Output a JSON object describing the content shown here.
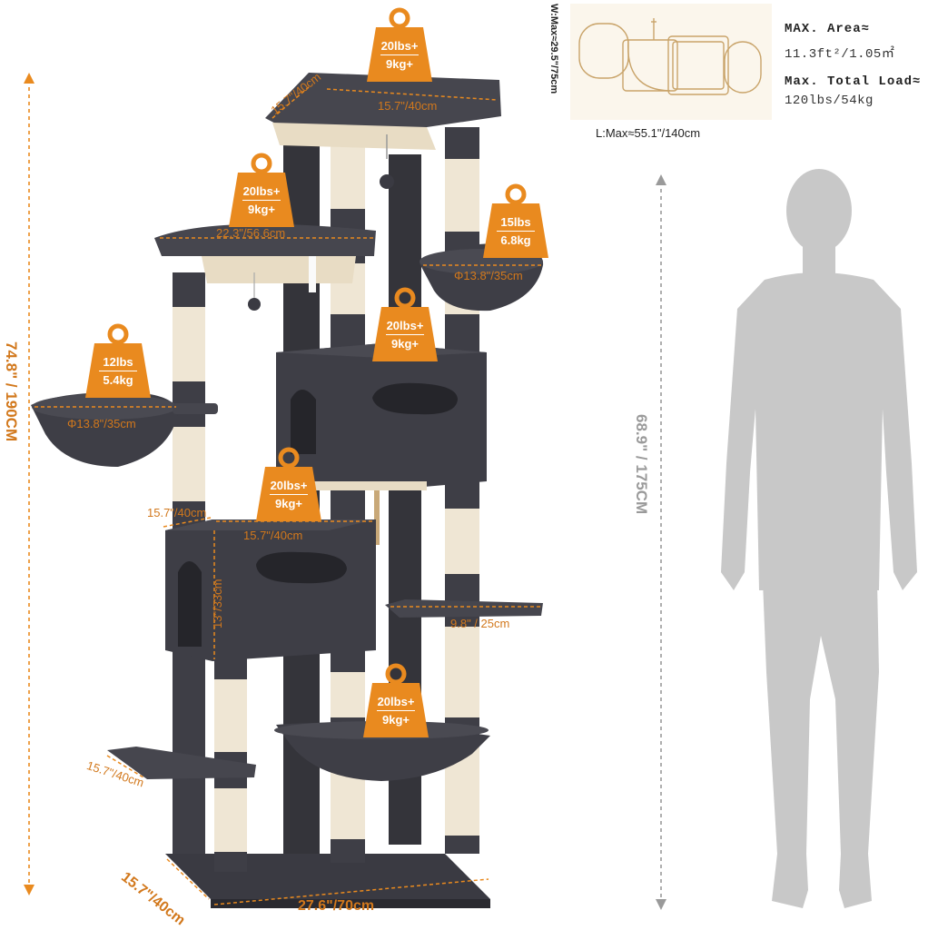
{
  "colors": {
    "accent": "#e98a1f",
    "dim": "#d2781c",
    "plush": "#3e3e46",
    "sisal": "#efe6d4",
    "silhouette": "#c8c8c8",
    "gray_dim": "#9a9a9a"
  },
  "footprint": {
    "width_label": "W:Max≈29.5\"/75cm",
    "length_label": "L:Max≈55.1\"/140cm"
  },
  "specs": {
    "area_title": "MAX. Area≈",
    "area_value": "11.3ft²/1.05㎡",
    "load_title": "Max. Total Load≈",
    "load_value": "120lbs/54kg"
  },
  "human": {
    "height_label": "68.9\" / 175CM",
    "icon": "person-silhouette-icon"
  },
  "tree_height": "74.8\" / 190CM",
  "weights": {
    "top_perch": [
      "20lbs+",
      "9kg+"
    ],
    "left_perch": [
      "20lbs+",
      "9kg+"
    ],
    "right_basket": [
      "15lbs",
      "6.8kg"
    ],
    "upper_condo": [
      "20lbs+",
      "9kg+"
    ],
    "left_basket": [
      "12lbs",
      "5.4kg"
    ],
    "lower_condo": [
      "20lbs+",
      "9kg+"
    ],
    "hammock": [
      "20lbs+",
      "9kg+"
    ]
  },
  "dims": {
    "top_depth": "15.7\"/40cm",
    "top_width": "15.7\"/40cm",
    "left_perch_width": "22.3\"/56.6cm",
    "right_basket_dia": "Φ13.8\"/35cm",
    "left_basket_dia": "Φ13.8\"/35cm",
    "condo_depth": "15.7\"/40cm",
    "condo_width": "15.7\"/40cm",
    "condo_height": "13\"/33cm",
    "step_right": "9.8\" / 25cm",
    "step_left": "15.7\"/40cm",
    "base_depth": "15.7\"/40cm",
    "base_width": "27.6\"/70cm"
  }
}
